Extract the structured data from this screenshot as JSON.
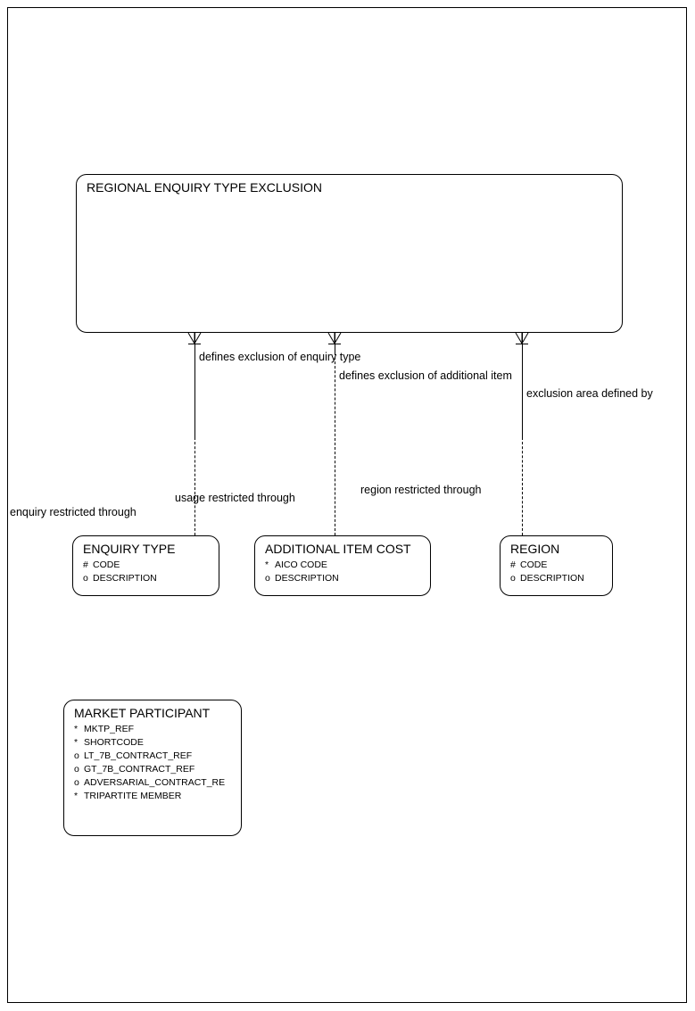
{
  "diagram": {
    "title": "REGIONAL ENQUIRY TYPE EXCLUSION",
    "type": "entity-relationship-diagram",
    "ink_color": "#000000",
    "background_color": "#ffffff"
  },
  "entities": [
    {
      "id": "regional-enquiry-type-exclusion",
      "name": "REGIONAL ENQUIRY TYPE EXCLUSION",
      "attributes": []
    },
    {
      "id": "enquiry-type",
      "name": "ENQUIRY TYPE",
      "attributes": [
        {
          "mark": "#",
          "label": "CODE"
        },
        {
          "mark": "o",
          "label": "DESCRIPTION"
        }
      ]
    },
    {
      "id": "additional-item-cost",
      "name": "ADDITIONAL ITEM COST",
      "attributes": [
        {
          "mark": "*",
          "label": "AICO CODE"
        },
        {
          "mark": "o",
          "label": "DESCRIPTION"
        }
      ]
    },
    {
      "id": "region",
      "name": "REGION",
      "attributes": [
        {
          "mark": "#",
          "label": "CODE"
        },
        {
          "mark": "o",
          "label": "DESCRIPTION"
        }
      ]
    },
    {
      "id": "market-participant",
      "name": "MARKET PARTICIPANT",
      "attributes": [
        {
          "mark": "*",
          "label": "MKTP_REF"
        },
        {
          "mark": "*",
          "label": "SHORTCODE"
        },
        {
          "mark": "o",
          "label": "LT_7B_CONTRACT_REF"
        },
        {
          "mark": "o",
          "label": "GT_7B_CONTRACT_REF"
        },
        {
          "mark": "o",
          "label": "ADVERSARIAL_CONTRACT_RE"
        },
        {
          "mark": "*",
          "label": "TRIPARTITE MEMBER"
        }
      ]
    }
  ],
  "relationships": [
    {
      "id": "enquiry-type-exclusion",
      "from_entity": "regional-enquiry-type-exclusion",
      "to_entity": "enquiry-type",
      "from_label": "defines exclusion of enquiry type",
      "to_label": "enquiry restricted through"
    },
    {
      "id": "additional-item-exclusion",
      "from_entity": "regional-enquiry-type-exclusion",
      "to_entity": "additional-item-cost",
      "from_label": "defines exclusion of additional item",
      "to_label": "usage restricted through"
    },
    {
      "id": "region-exclusion",
      "from_entity": "regional-enquiry-type-exclusion",
      "to_entity": "region",
      "from_label": "exclusion area defined by",
      "to_label": "region restricted through"
    }
  ]
}
